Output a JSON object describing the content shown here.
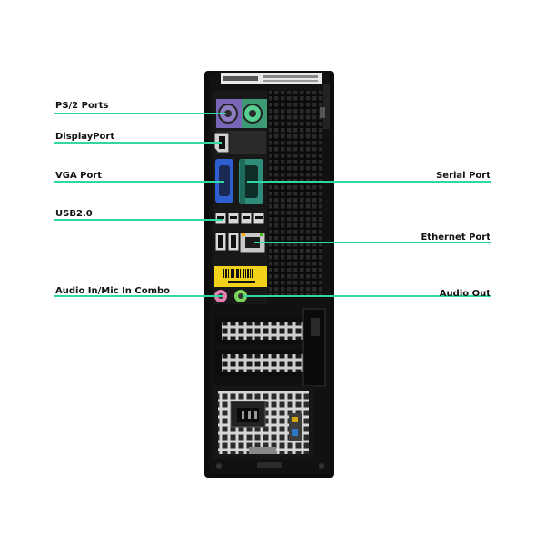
{
  "callouts": {
    "ps2": "PS/2 Ports",
    "displayport": "DisplayPort",
    "vga": "VGA Port",
    "usb": "USB2.0",
    "audio_in": "Audio In/Mic In Combo",
    "serial": "Serial Port",
    "ethernet": "Ethernet Port",
    "audio_out": "Audio Out"
  },
  "colors": {
    "callout_line": "#2fd7a4",
    "chassis": "#0b0b0b",
    "ps2_keyboard": "#8f7dc4",
    "ps2_mouse": "#3fbf7a",
    "vga_blue": "#2e5fd0",
    "serial_teal": "#2f8c7a",
    "audio_pink": "#e77fb0",
    "audio_green": "#7ad35a",
    "asset_tag_yellow": "#f2d11a"
  }
}
